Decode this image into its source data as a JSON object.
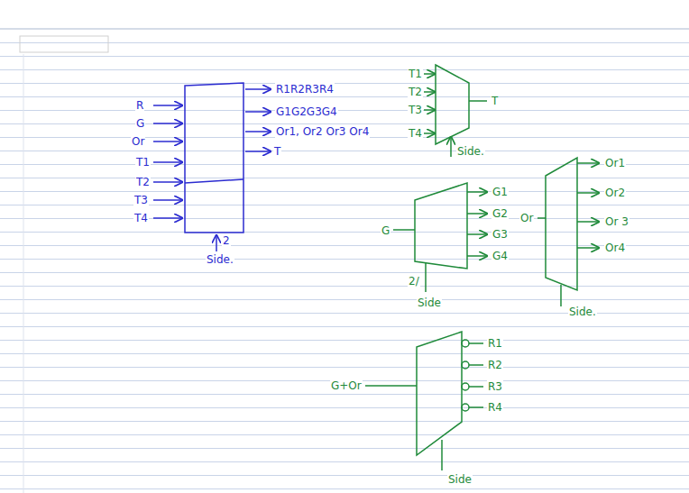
{
  "diagram": {
    "labels": [
      "R",
      "G",
      "Or",
      "T1",
      "T2",
      "T3",
      "T4",
      "R1R2R3R4",
      "G1G2G3G4",
      "Or1, Or2 Or3 Or4",
      "T",
      "2",
      "Side.",
      "T1",
      "T2",
      "T3",
      "T4",
      "T",
      "Side.",
      "G",
      "G1",
      "G2",
      "G3",
      "G4",
      "2/",
      "Side",
      "Or",
      "Or1",
      "Or2",
      "Or 3",
      "Or4",
      "Side.",
      "G+Or",
      "R1",
      "R2",
      "R3",
      "R4",
      "Side"
    ]
  }
}
